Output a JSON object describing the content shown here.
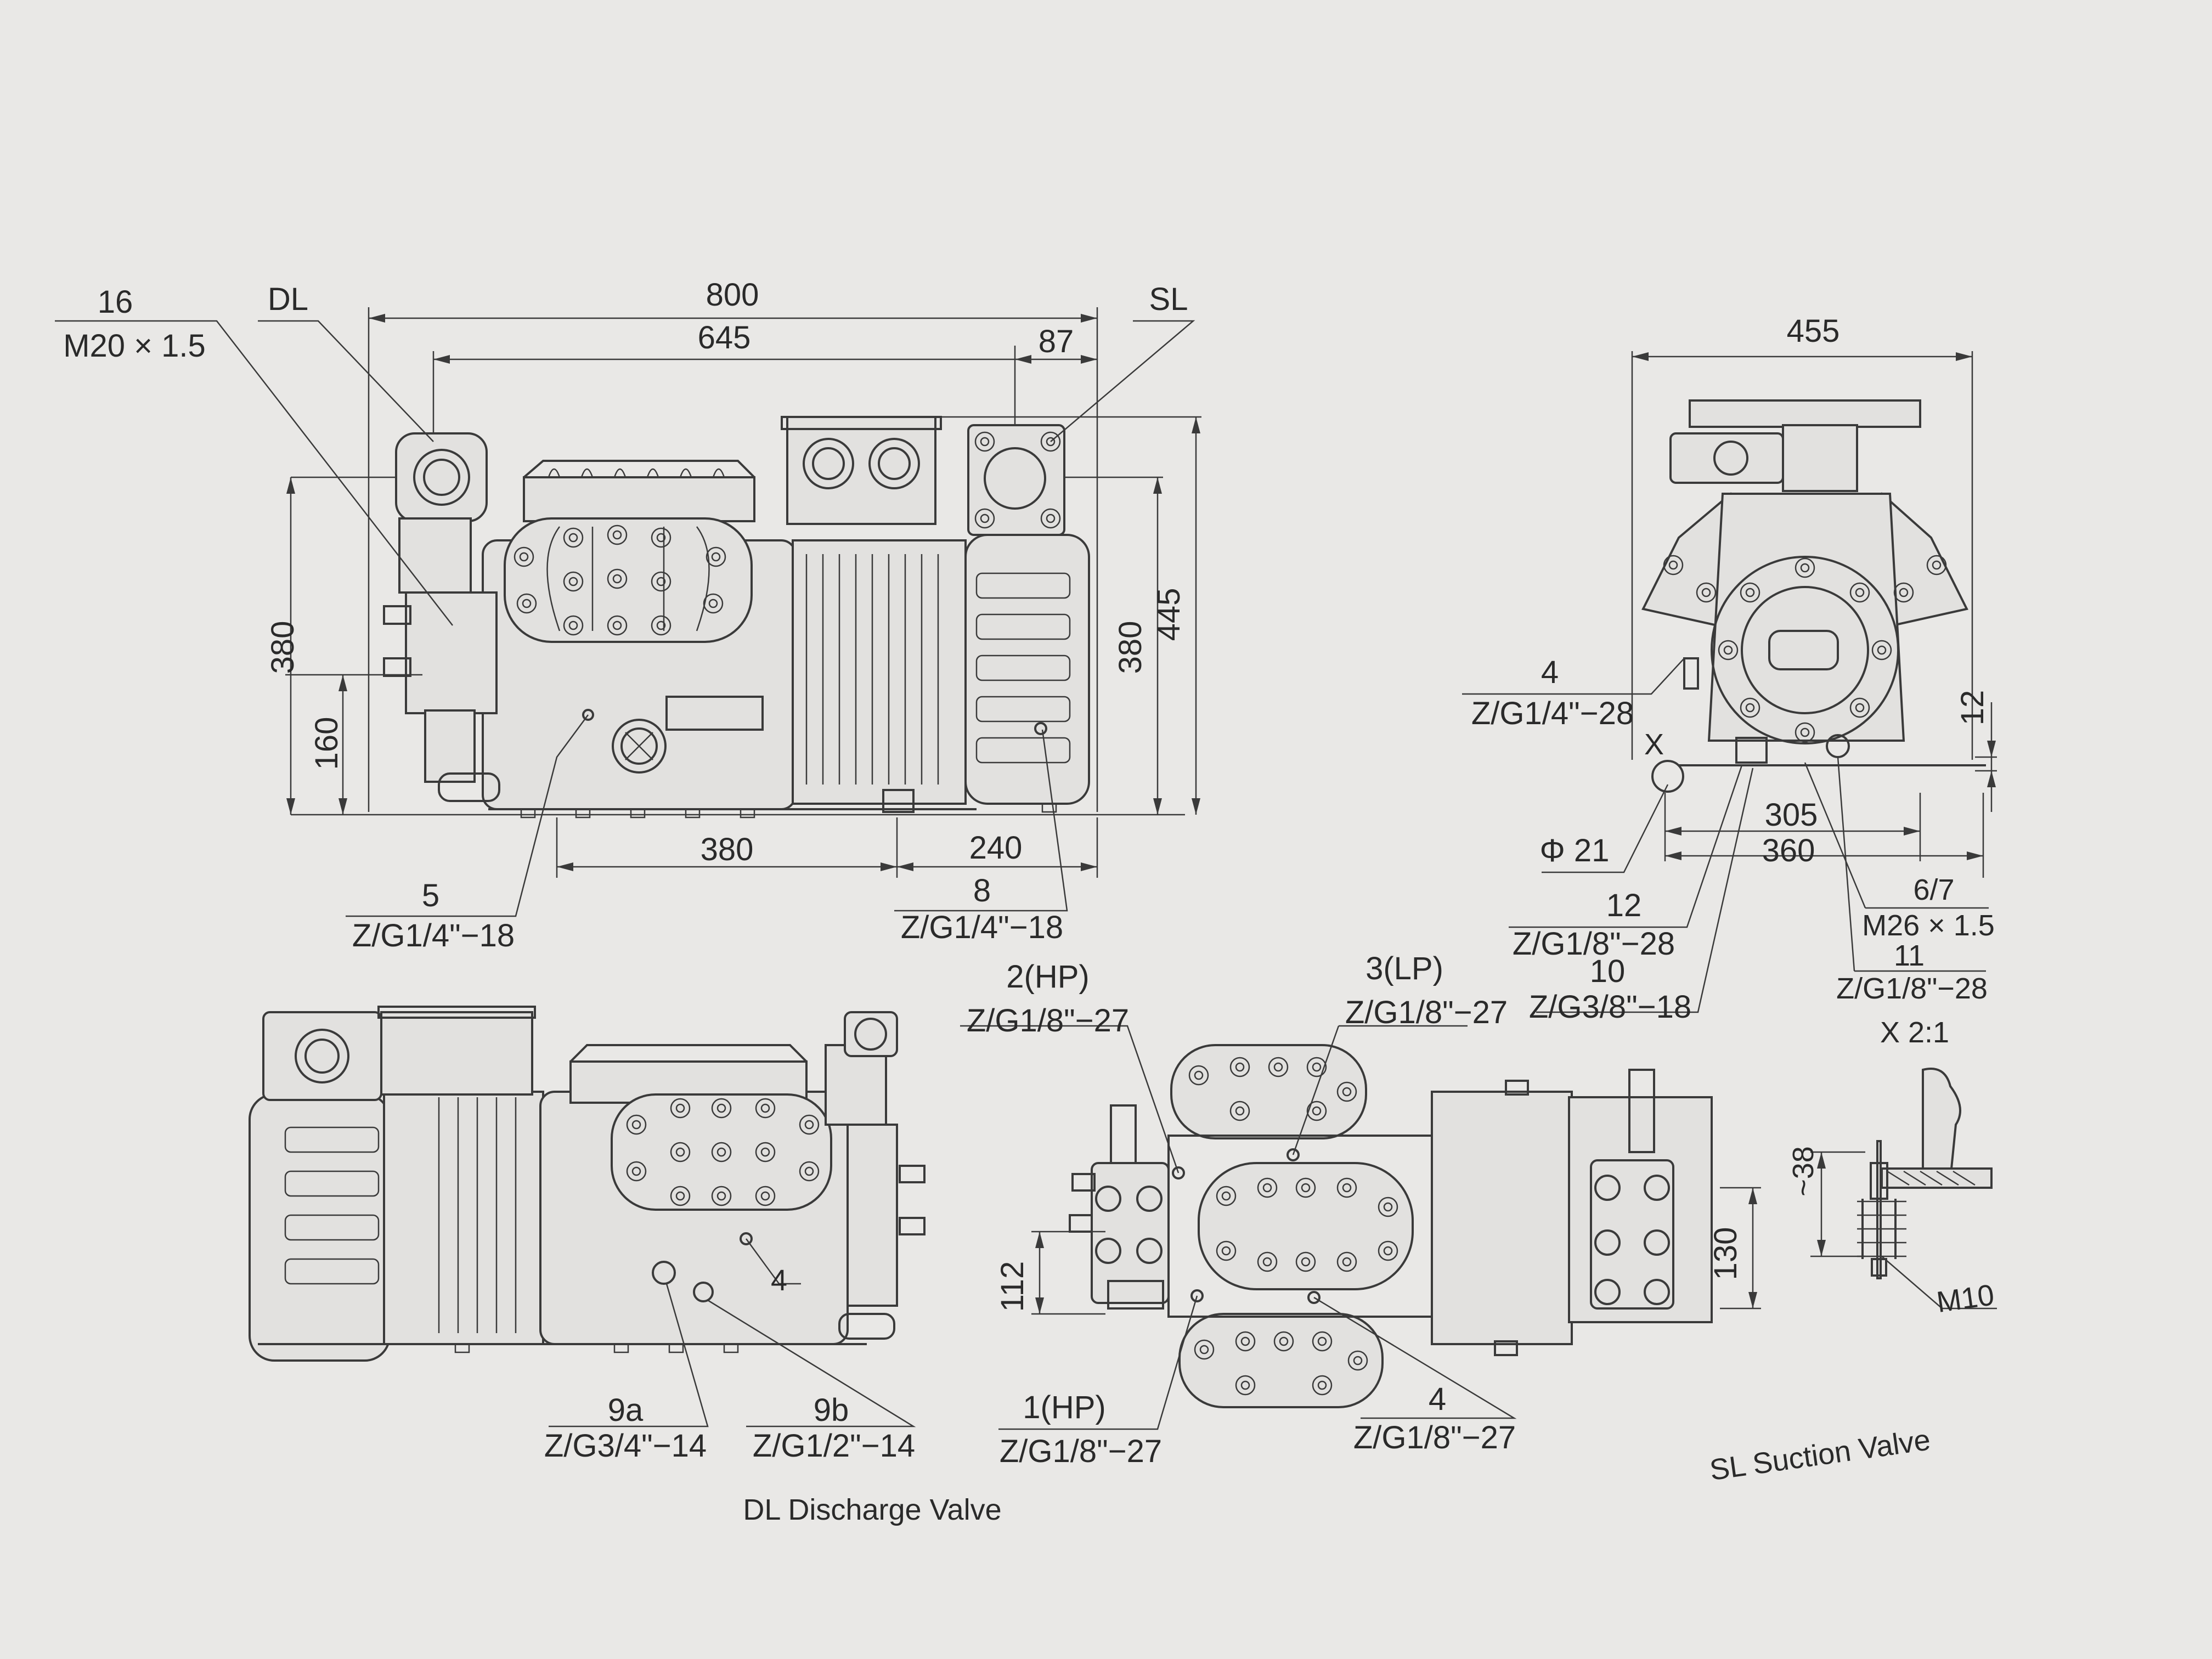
{
  "colors": {
    "paper": "#e9e8e6",
    "ink": "#2a2a2a"
  },
  "front_view": {
    "callout_16": "16",
    "callout_16_thread": "M20 × 1.5",
    "label_dl": "DL",
    "label_sl": "SL",
    "dim_800": "800",
    "dim_645": "645",
    "dim_87": "87",
    "dim_380_left": "380",
    "dim_160": "160",
    "dim_380_right": "380",
    "dim_445": "445",
    "dim_380_bottom": "380",
    "dim_240": "240",
    "callout_5": "5",
    "callout_5_thread": "Z/G1/4\"−18",
    "callout_8": "8",
    "callout_8_thread": "Z/G1/4\"−18"
  },
  "side_view": {
    "dim_455": "455",
    "callout_4": "4",
    "callout_4_thread": "Z/G1/4\"−28",
    "label_x": "X",
    "dim_12": "12",
    "dim_phi21": "Φ 21",
    "dim_305": "305",
    "dim_360": "360",
    "callout_12": "12",
    "callout_12_thread": "Z/G1/8\"−28",
    "callout_10": "10",
    "callout_10_thread": "Z/G3/8\"−18",
    "callout_6_7": "6/7",
    "callout_6_7_thread": "M26 × 1.5",
    "callout_11": "11",
    "callout_11_thread": "Z/G1/8\"−28",
    "scale": "X 2:1"
  },
  "rear_view": {
    "callout_4": "4",
    "callout_9a": "9a",
    "callout_9a_thread": "Z/G3/4\"−14",
    "callout_9b": "9b",
    "callout_9b_thread": "Z/G1/2\"−14",
    "caption": "DL Discharge Valve"
  },
  "top_view": {
    "callout_2hp": "2(HP)",
    "callout_2hp_thread": "Z/G1/8\"−27",
    "callout_3lp": "3(LP)",
    "callout_3lp_thread": "Z/G1/8\"−27",
    "callout_1hp": "1(HP)",
    "callout_1hp_thread": "Z/G1/8\"−27",
    "callout_4": "4",
    "callout_4_thread": "Z/G1/8\"−27",
    "dim_112": "112",
    "dim_130": "130"
  },
  "detail": {
    "dim_38": "~38",
    "bolt": "M10",
    "caption": "SL Suction Valve"
  }
}
